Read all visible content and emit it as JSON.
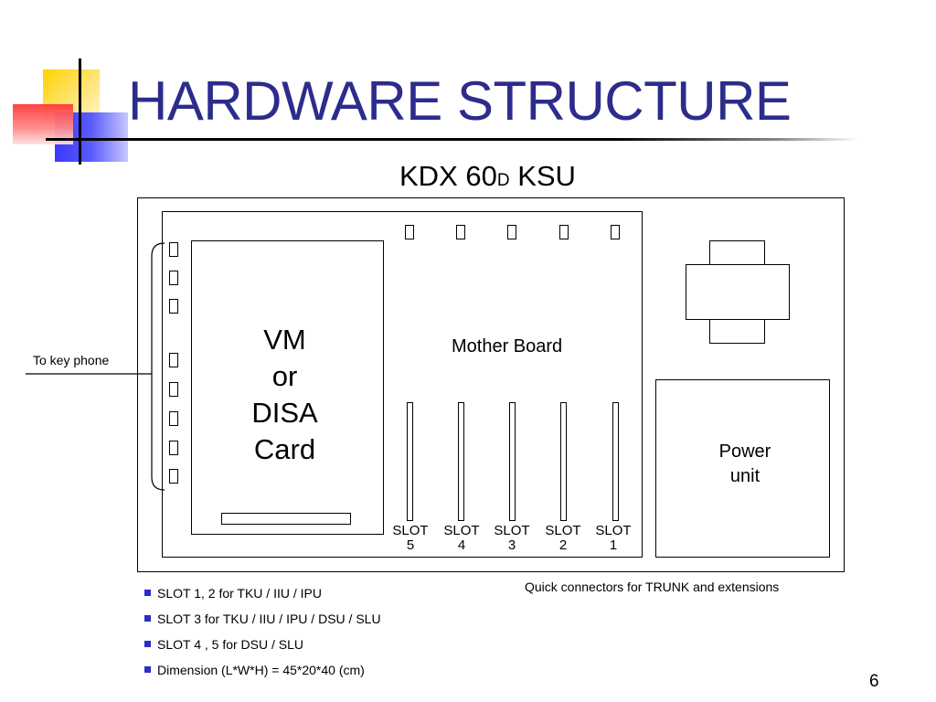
{
  "slide": {
    "title": "HARDWARE STRUCTURE",
    "subtitle_main": "KDX 60",
    "subtitle_sub": "D",
    "subtitle_tail": " KSU",
    "page_number": "6"
  },
  "diagram": {
    "vm_card_lines": [
      "VM",
      "or",
      "DISA",
      "Card"
    ],
    "mother_board": "Mother Board",
    "power_unit_lines": [
      "Power",
      "unit"
    ],
    "to_key_phone": "To key phone",
    "quick_connectors": "Quick connectors for TRUNK and extensions",
    "slots": [
      {
        "line1": "SLOT",
        "line2": "5"
      },
      {
        "line1": "SLOT",
        "line2": "4"
      },
      {
        "line1": "SLOT",
        "line2": "3"
      },
      {
        "line1": "SLOT",
        "line2": "2"
      },
      {
        "line1": "SLOT",
        "line2": "1"
      }
    ]
  },
  "bullets": [
    "SLOT 1, 2 for TKU / IIU / IPU",
    "SLOT 3 for TKU / IIU / IPU / DSU / SLU",
    "SLOT 4 , 5 for DSU / SLU",
    "Dimension (L*W*H) = 45*20*40 (cm)"
  ],
  "colors": {
    "title": "#2c2c8c",
    "bullet": "#2c2cc8"
  }
}
